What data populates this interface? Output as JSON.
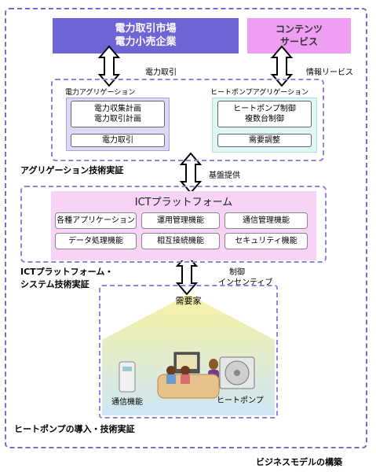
{
  "top": {
    "market_line1": "電力取引市場",
    "market_line2": "電力小売企業",
    "contents_line1": "コンテンツ",
    "contents_line2": "サービス"
  },
  "flows": {
    "power_trade": "電力取引",
    "info_service": "情報リービス",
    "platform_provide": "基盤提供",
    "control_line1": "制御",
    "control_line2": "インセンティブ"
  },
  "aggregation": {
    "power_title": "電力アグリゲーション",
    "plan_line1": "電力収集計画",
    "plan_line2": "電力取引計画",
    "trade": "電力取引",
    "hp_title": "ヒートポンプアグリゲーション",
    "hp_line1": "ヒートポンプ制御",
    "hp_line2": "複数台制御",
    "demand_adjust": "需要調整",
    "tech_label": "アグリゲーション技術実証"
  },
  "ict": {
    "title": "ICTプラットフォーム",
    "items": [
      "各種アプリケーション",
      "運用管理機能",
      "通信管理機能",
      "データ処理機能",
      "相互接続機能",
      "セキュリティ機能"
    ],
    "tech_line1": "ICTプラットフォーム・",
    "tech_line2": "システム技術実証"
  },
  "house": {
    "title": "需要家",
    "comm": "通信機能",
    "heatpump": "ヒートポンプ",
    "tech_label": "ヒートポンプの導入・技術実証"
  },
  "footer": "ビジネスモデルの構築",
  "colors": {
    "market": "#6d64d6",
    "contents": "#ef9ff3",
    "ict": "#f7d4f5",
    "house_roof": "#f4f08a",
    "house_body": "#cfe6f6",
    "dash": "#6f6fd0"
  }
}
